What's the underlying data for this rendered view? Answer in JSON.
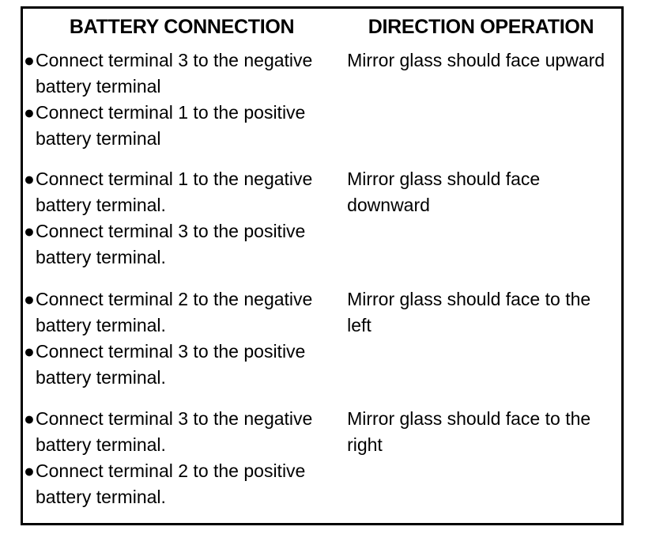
{
  "table": {
    "headers": [
      {
        "label": "BATTERY CONNECTION"
      },
      {
        "label": "DIRECTION OPERATION"
      }
    ],
    "bullet_glyph": "●",
    "rows": [
      {
        "battery_connection": [
          "Connect terminal 3 to the negative battery terminal",
          "Connect terminal 1 to the positive battery terminal"
        ],
        "direction_operation": "Mirror glass should face upward"
      },
      {
        "battery_connection": [
          "Connect terminal 1 to the negative battery terminal.",
          "Connect terminal 3 to the positive battery terminal."
        ],
        "direction_operation": "Mirror glass should face downward"
      },
      {
        "battery_connection": [
          "Connect terminal 2 to the negative battery terminal.",
          "Connect terminal 3 to the positive battery terminal."
        ],
        "direction_operation": "Mirror glass should face to the left"
      },
      {
        "battery_connection": [
          "Connect terminal 3 to the negative battery terminal.",
          "Connect terminal 2 to the positive battery terminal."
        ],
        "direction_operation": "Mirror glass should face to the right"
      }
    ]
  },
  "colors": {
    "ink": "#000000",
    "paper": "#ffffff"
  }
}
